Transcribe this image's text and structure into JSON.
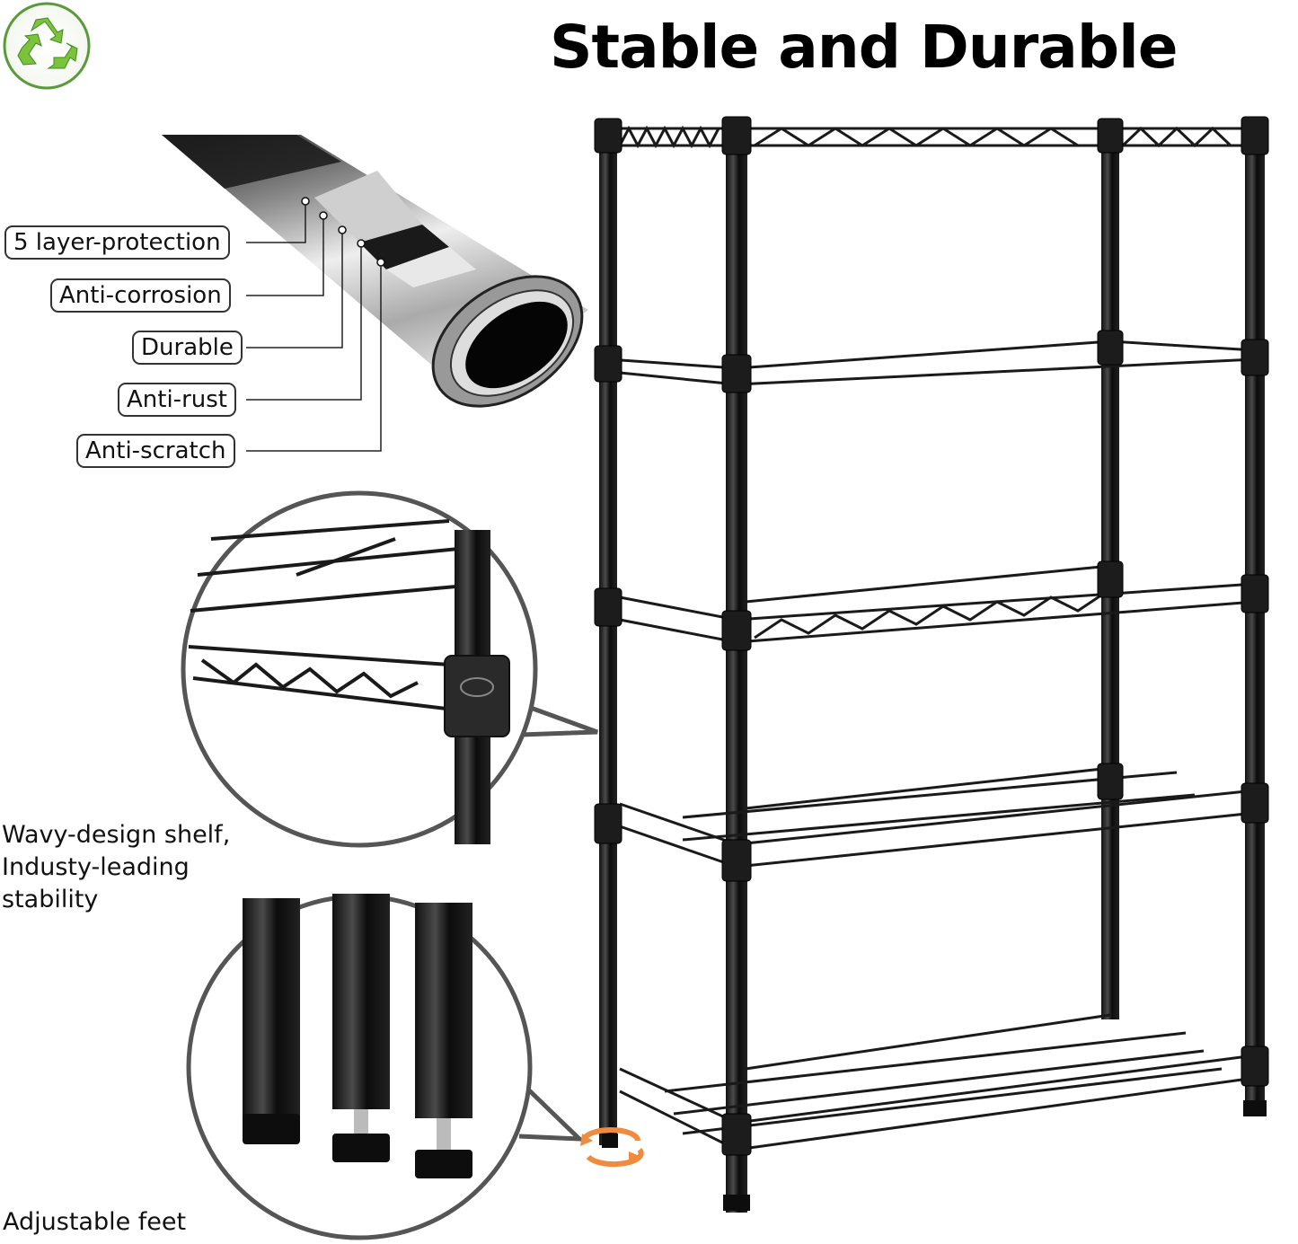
{
  "title": "Stable and Durable",
  "badge": {
    "icon": "recycle-icon",
    "color": "#6ab82e"
  },
  "tube_callouts": [
    {
      "label": "5 layer-protection"
    },
    {
      "label": "Anti-corrosion"
    },
    {
      "label": "Durable"
    },
    {
      "label": "Anti-rust"
    },
    {
      "label": "Anti-scratch"
    }
  ],
  "shelf_callout": {
    "caption_lines": [
      "Wavy-design shelf,",
      "Industy-leading",
      "stability"
    ]
  },
  "feet_callout": {
    "caption": "Adjustable feet"
  },
  "product": {
    "tiers": 5,
    "finish_color": "#1a1a1a",
    "rotate_arrow_color": "#f08a3c"
  }
}
